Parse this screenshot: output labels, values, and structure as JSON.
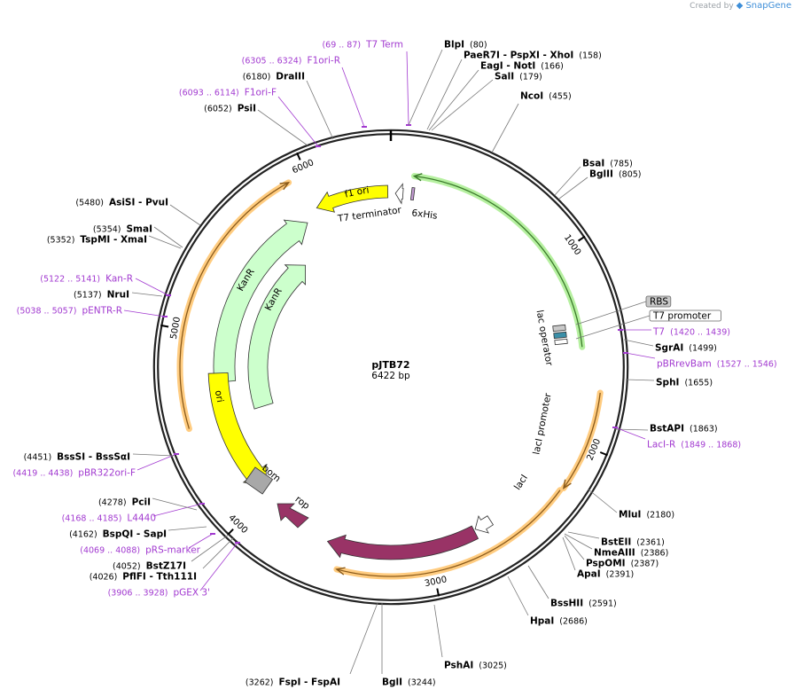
{
  "credit": {
    "created_by": "Created by",
    "brand": "SnapGene"
  },
  "plasmid": {
    "name": "pJTB72",
    "length_label": "6422 bp",
    "length": 6422
  },
  "ticks": [
    {
      "pos": 1000,
      "label": "1000"
    },
    {
      "pos": 2000,
      "label": "2000"
    },
    {
      "pos": 3000,
      "label": "3000"
    },
    {
      "pos": 4000,
      "label": "4000"
    },
    {
      "pos": 5000,
      "label": "5000"
    },
    {
      "pos": 6000,
      "label": "6000"
    }
  ],
  "features": [
    {
      "name": "6xHis",
      "label": "6xHis",
      "color": "#c39bd3",
      "kind": "box"
    },
    {
      "name": "T7 terminator",
      "label": "T7 terminator",
      "color": "#ffffff",
      "kind": "arrow"
    },
    {
      "name": "f1 ori",
      "label": "f1 ori",
      "color": "#ffff00",
      "kind": "arrow"
    },
    {
      "name": "KanR outer",
      "label": "KanR",
      "color": "#ccffcc",
      "kind": "arrow"
    },
    {
      "name": "KanR inner",
      "label": "KanR",
      "color": "#ccffcc",
      "kind": "arrow"
    },
    {
      "name": "ori",
      "label": "ori",
      "color": "#ffff00",
      "kind": "arrow"
    },
    {
      "name": "bom",
      "label": "bom",
      "color": "#a8a8a8",
      "kind": "box"
    },
    {
      "name": "rop",
      "label": "rop",
      "color": "#993366",
      "kind": "arrow"
    },
    {
      "name": "lacI",
      "label": "lacI",
      "color": "#993366",
      "kind": "arrow"
    },
    {
      "name": "lacI promoter",
      "label": "lacI promoter",
      "color": "#ffffff",
      "kind": "arrow"
    },
    {
      "name": "lac operator",
      "label": "lac operator",
      "color": "#ffffff",
      "kind": "box"
    },
    {
      "name": "RBS",
      "label": "RBS",
      "color": "#c0c0c0",
      "kind": "box"
    },
    {
      "name": "T7 promoter",
      "label": "T7 promoter",
      "color": "#ffffff",
      "kind": "box"
    },
    {
      "name": "green ORF",
      "label": "",
      "color": "#ccffcc",
      "kind": "arc"
    },
    {
      "name": "orange ORF left",
      "label": "",
      "color": "#ffcc80",
      "kind": "arc"
    },
    {
      "name": "orange ORF right",
      "label": "",
      "color": "#ffcc80",
      "kind": "arc"
    }
  ],
  "labels": [
    {
      "type": "primer",
      "pos": "(69 .. 87)",
      "name": "T7 Term"
    },
    {
      "type": "enzyme",
      "name": "BlpI",
      "pos": "(80)"
    },
    {
      "type": "enzyme",
      "name": "PaeR7I   - PspXI   - XhoI",
      "pos": "(158)"
    },
    {
      "type": "enzyme",
      "name": "EagI   - NotI",
      "pos": "(166)"
    },
    {
      "type": "enzyme",
      "name": "SalI",
      "pos": "(179)"
    },
    {
      "type": "enzyme",
      "name": "NcoI",
      "pos": "(455)"
    },
    {
      "type": "enzyme",
      "name": "BsaI",
      "pos": "(785)"
    },
    {
      "type": "enzyme",
      "name": "BglII",
      "pos": "(805)"
    },
    {
      "type": "feature-box",
      "name": "RBS"
    },
    {
      "type": "feature-box",
      "name": "T7 promoter"
    },
    {
      "type": "primer",
      "name": "T7",
      "pos": "(1420 .. 1439)"
    },
    {
      "type": "enzyme",
      "name": "SgrAI",
      "pos": "(1499)"
    },
    {
      "type": "primer",
      "name": "pBRrevBam",
      "pos": "(1527 .. 1546)"
    },
    {
      "type": "enzyme",
      "name": "SphI",
      "pos": "(1655)"
    },
    {
      "type": "enzyme",
      "name": "BstAPI",
      "pos": "(1863)"
    },
    {
      "type": "primer",
      "name": "LacI-R",
      "pos": "(1849 .. 1868)"
    },
    {
      "type": "enzyme",
      "name": "MluI",
      "pos": "(2180)"
    },
    {
      "type": "enzyme",
      "name": "BstEII",
      "pos": "(2361)"
    },
    {
      "type": "enzyme",
      "name": "NmeAIII",
      "pos": "(2386)"
    },
    {
      "type": "enzyme",
      "name": "PspOMI",
      "pos": "(2387)"
    },
    {
      "type": "enzyme",
      "name": "ApaI",
      "pos": "(2391)"
    },
    {
      "type": "enzyme",
      "name": "BssHII",
      "pos": "(2591)"
    },
    {
      "type": "enzyme",
      "name": "HpaI",
      "pos": "(2686)"
    },
    {
      "type": "enzyme",
      "name": "PshAI",
      "pos": "(3025)"
    },
    {
      "type": "enzyme",
      "name": "BglI",
      "pos": "(3244)"
    },
    {
      "type": "enzyme",
      "pos": "(3262)",
      "name": "FspI   - FspAI"
    },
    {
      "type": "primer",
      "pos": "(3906 .. 3928)",
      "name": "pGEX 3'"
    },
    {
      "type": "enzyme",
      "pos": "(4026)",
      "name": "PflFI   - Tth111I"
    },
    {
      "type": "enzyme",
      "pos": "(4052)",
      "name": "BstZ17I"
    },
    {
      "type": "primer",
      "pos": "(4069 .. 4088)",
      "name": "pRS-marker"
    },
    {
      "type": "enzyme",
      "pos": "(4162)",
      "name": "BspQI   - SapI"
    },
    {
      "type": "primer",
      "pos": "(4168 .. 4185)",
      "name": "L4440"
    },
    {
      "type": "enzyme",
      "pos": "(4278)",
      "name": "PciI"
    },
    {
      "type": "primer",
      "pos": "(4419 .. 4438)",
      "name": "pBR322ori-F"
    },
    {
      "type": "enzyme",
      "pos": "(4451)",
      "name": "BssSI   - BssSαI"
    },
    {
      "type": "primer",
      "pos": "(5038 .. 5057)",
      "name": "pENTR-R"
    },
    {
      "type": "enzyme",
      "pos": "(5137)",
      "name": "NruI"
    },
    {
      "type": "primer",
      "pos": "(5122 .. 5141)",
      "name": "Kan-R"
    },
    {
      "type": "enzyme",
      "pos": "(5352)",
      "name": "TspMI   - XmaI"
    },
    {
      "type": "enzyme",
      "pos": "(5354)",
      "name": "SmaI"
    },
    {
      "type": "enzyme",
      "pos": "(5480)",
      "name": "AsiSI   - PvuI"
    },
    {
      "type": "enzyme",
      "pos": "(6052)",
      "name": "PsiI"
    },
    {
      "type": "primer",
      "pos": "(6093 .. 6114)",
      "name": "F1ori-F"
    },
    {
      "type": "enzyme",
      "pos": "(6180)",
      "name": "DraIII"
    },
    {
      "type": "primer",
      "pos": "(6305 .. 6324)",
      "name": "F1ori-R"
    }
  ],
  "colors": {
    "backbone": "#222222",
    "enzyme": "#000000",
    "primer": "#a23ad0",
    "leader": "#777777"
  }
}
